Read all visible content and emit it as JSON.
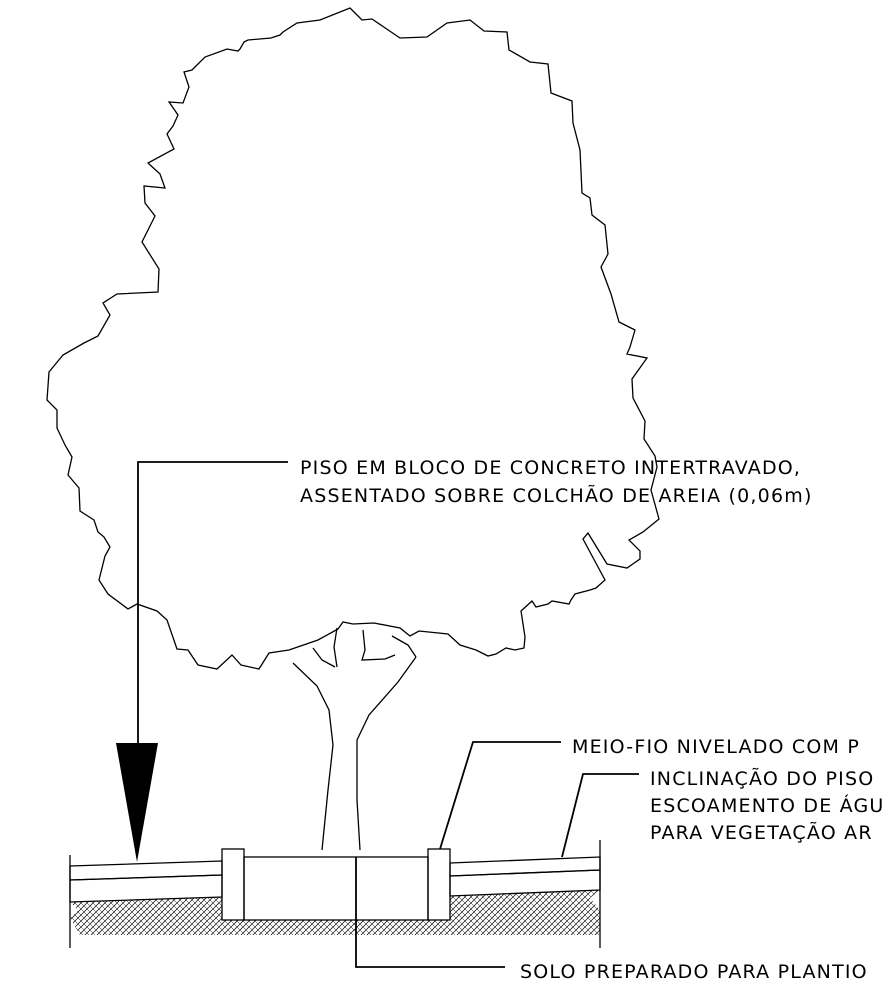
{
  "annotations": {
    "paving_line1": "PISO EM BLOCO DE CONCRETO INTERTRAVADO,",
    "paving_line2": "ASSENTADO SOBRE COLCHÃO DE AREIA (0,06m)",
    "curb": "MEIO-FIO NIVELADO COM P",
    "slope_line1": "INCLINAÇÃO DO PISO",
    "slope_line2": "ESCOAMENTO DE ÁGU",
    "slope_line3": "PARA VEGETAÇÃO AR",
    "soil": "SOLO PREPARADO PARA PLANTIO"
  },
  "colors": {
    "ink": "#000000",
    "background": "#ffffff"
  }
}
